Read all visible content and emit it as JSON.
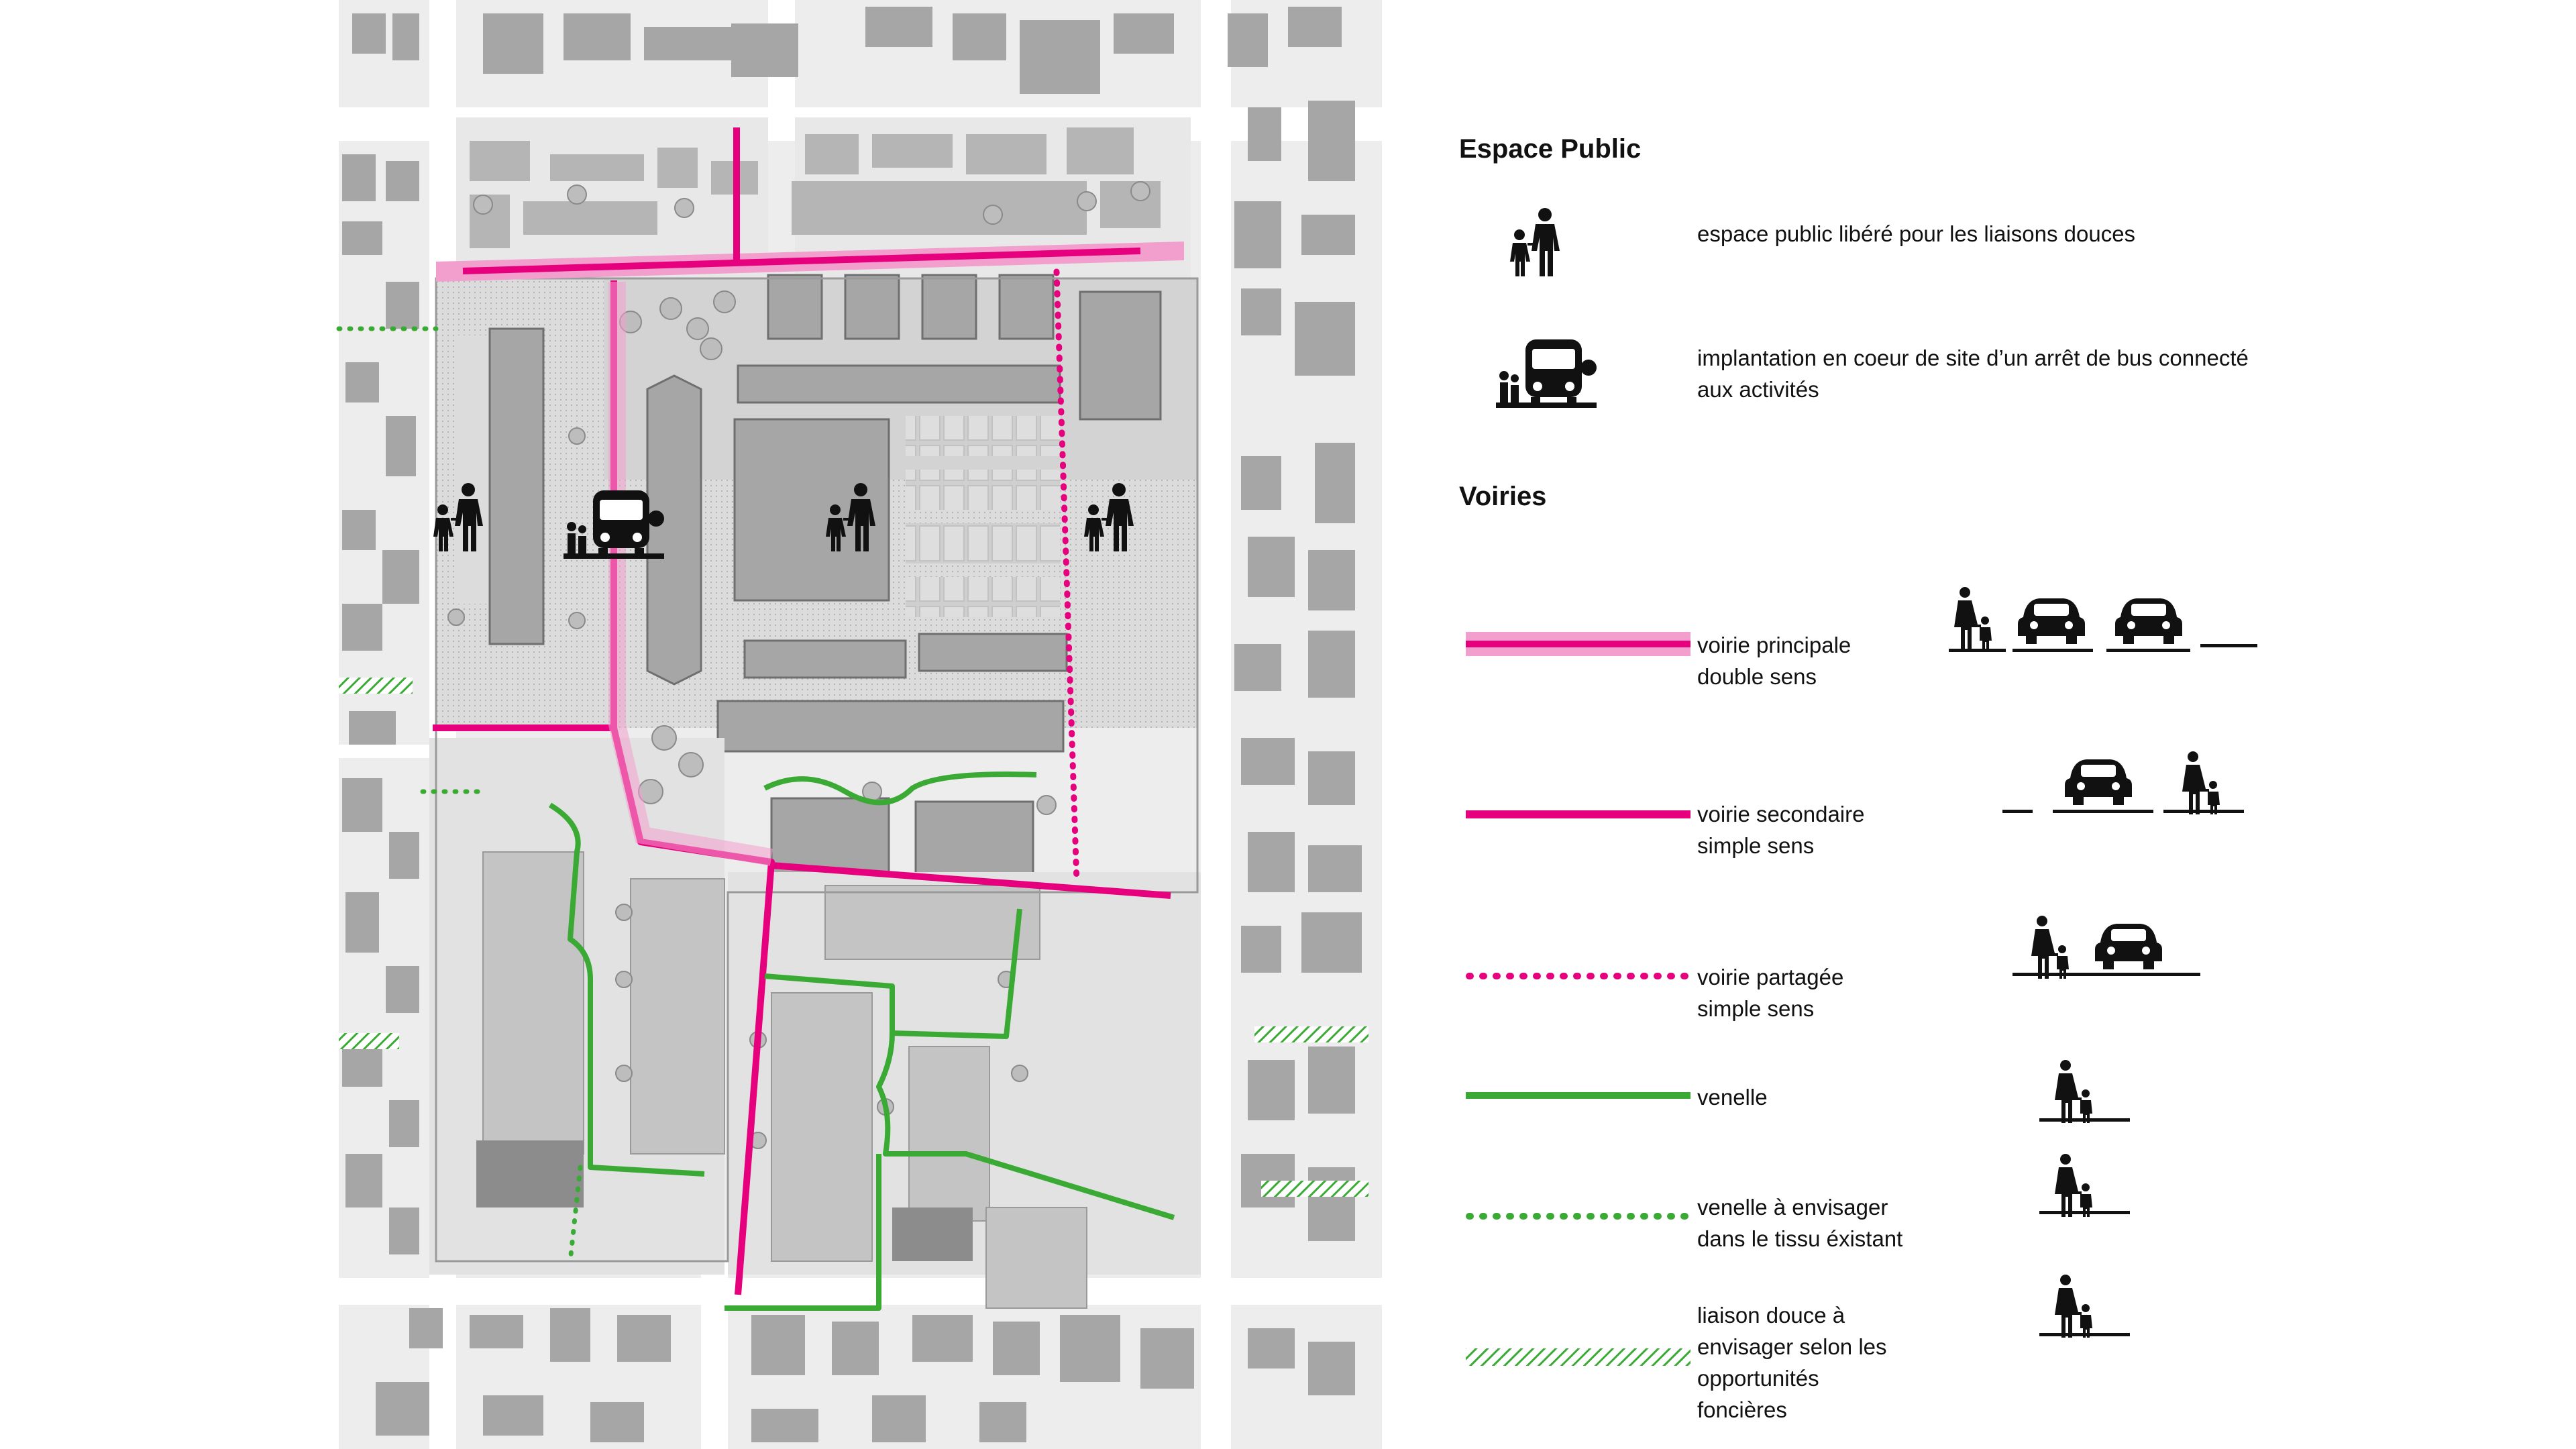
{
  "legend": {
    "espace_public": {
      "title": "Espace Public",
      "items": [
        {
          "label": "espace public libéré pour les liaisons douces",
          "icon": "pedestrians-icon"
        },
        {
          "label": "implantation en coeur de site d’un arrêt de bus connecté\naux activités",
          "icon": "bus-stop-icon"
        }
      ]
    },
    "voiries": {
      "title": "Voiries",
      "items": [
        {
          "label": "voirie principale\ndouble sens",
          "swatch": "pink-double-line",
          "profile": "pedestrian + 2 cars"
        },
        {
          "label": "voirie secondaire\nsimple sens",
          "swatch": "magenta-line",
          "profile": "car + pedestrian"
        },
        {
          "label": "voirie partagée\nsimple sens",
          "swatch": "magenta-dotted-line",
          "profile": "pedestrian + car"
        },
        {
          "label": "venelle",
          "swatch": "green-line",
          "profile": "pedestrian"
        },
        {
          "label": "venelle à envisager\ndans le tissu éxistant",
          "swatch": "green-dotted-line",
          "profile": "pedestrian"
        },
        {
          "label": "liaison douce à\nenvisager selon les\nopportunités\nfoncières",
          "swatch": "green-hatched-line",
          "profile": "pedestrian"
        }
      ]
    }
  },
  "colors": {
    "magenta": "#e6007e",
    "pink_light": "#f29fcd",
    "green": "#3aaa35",
    "building": "#a6a6a6",
    "building_dark": "#7a7a7a",
    "ground": "#e6e6e6",
    "pavement": "#d6d6d6"
  }
}
